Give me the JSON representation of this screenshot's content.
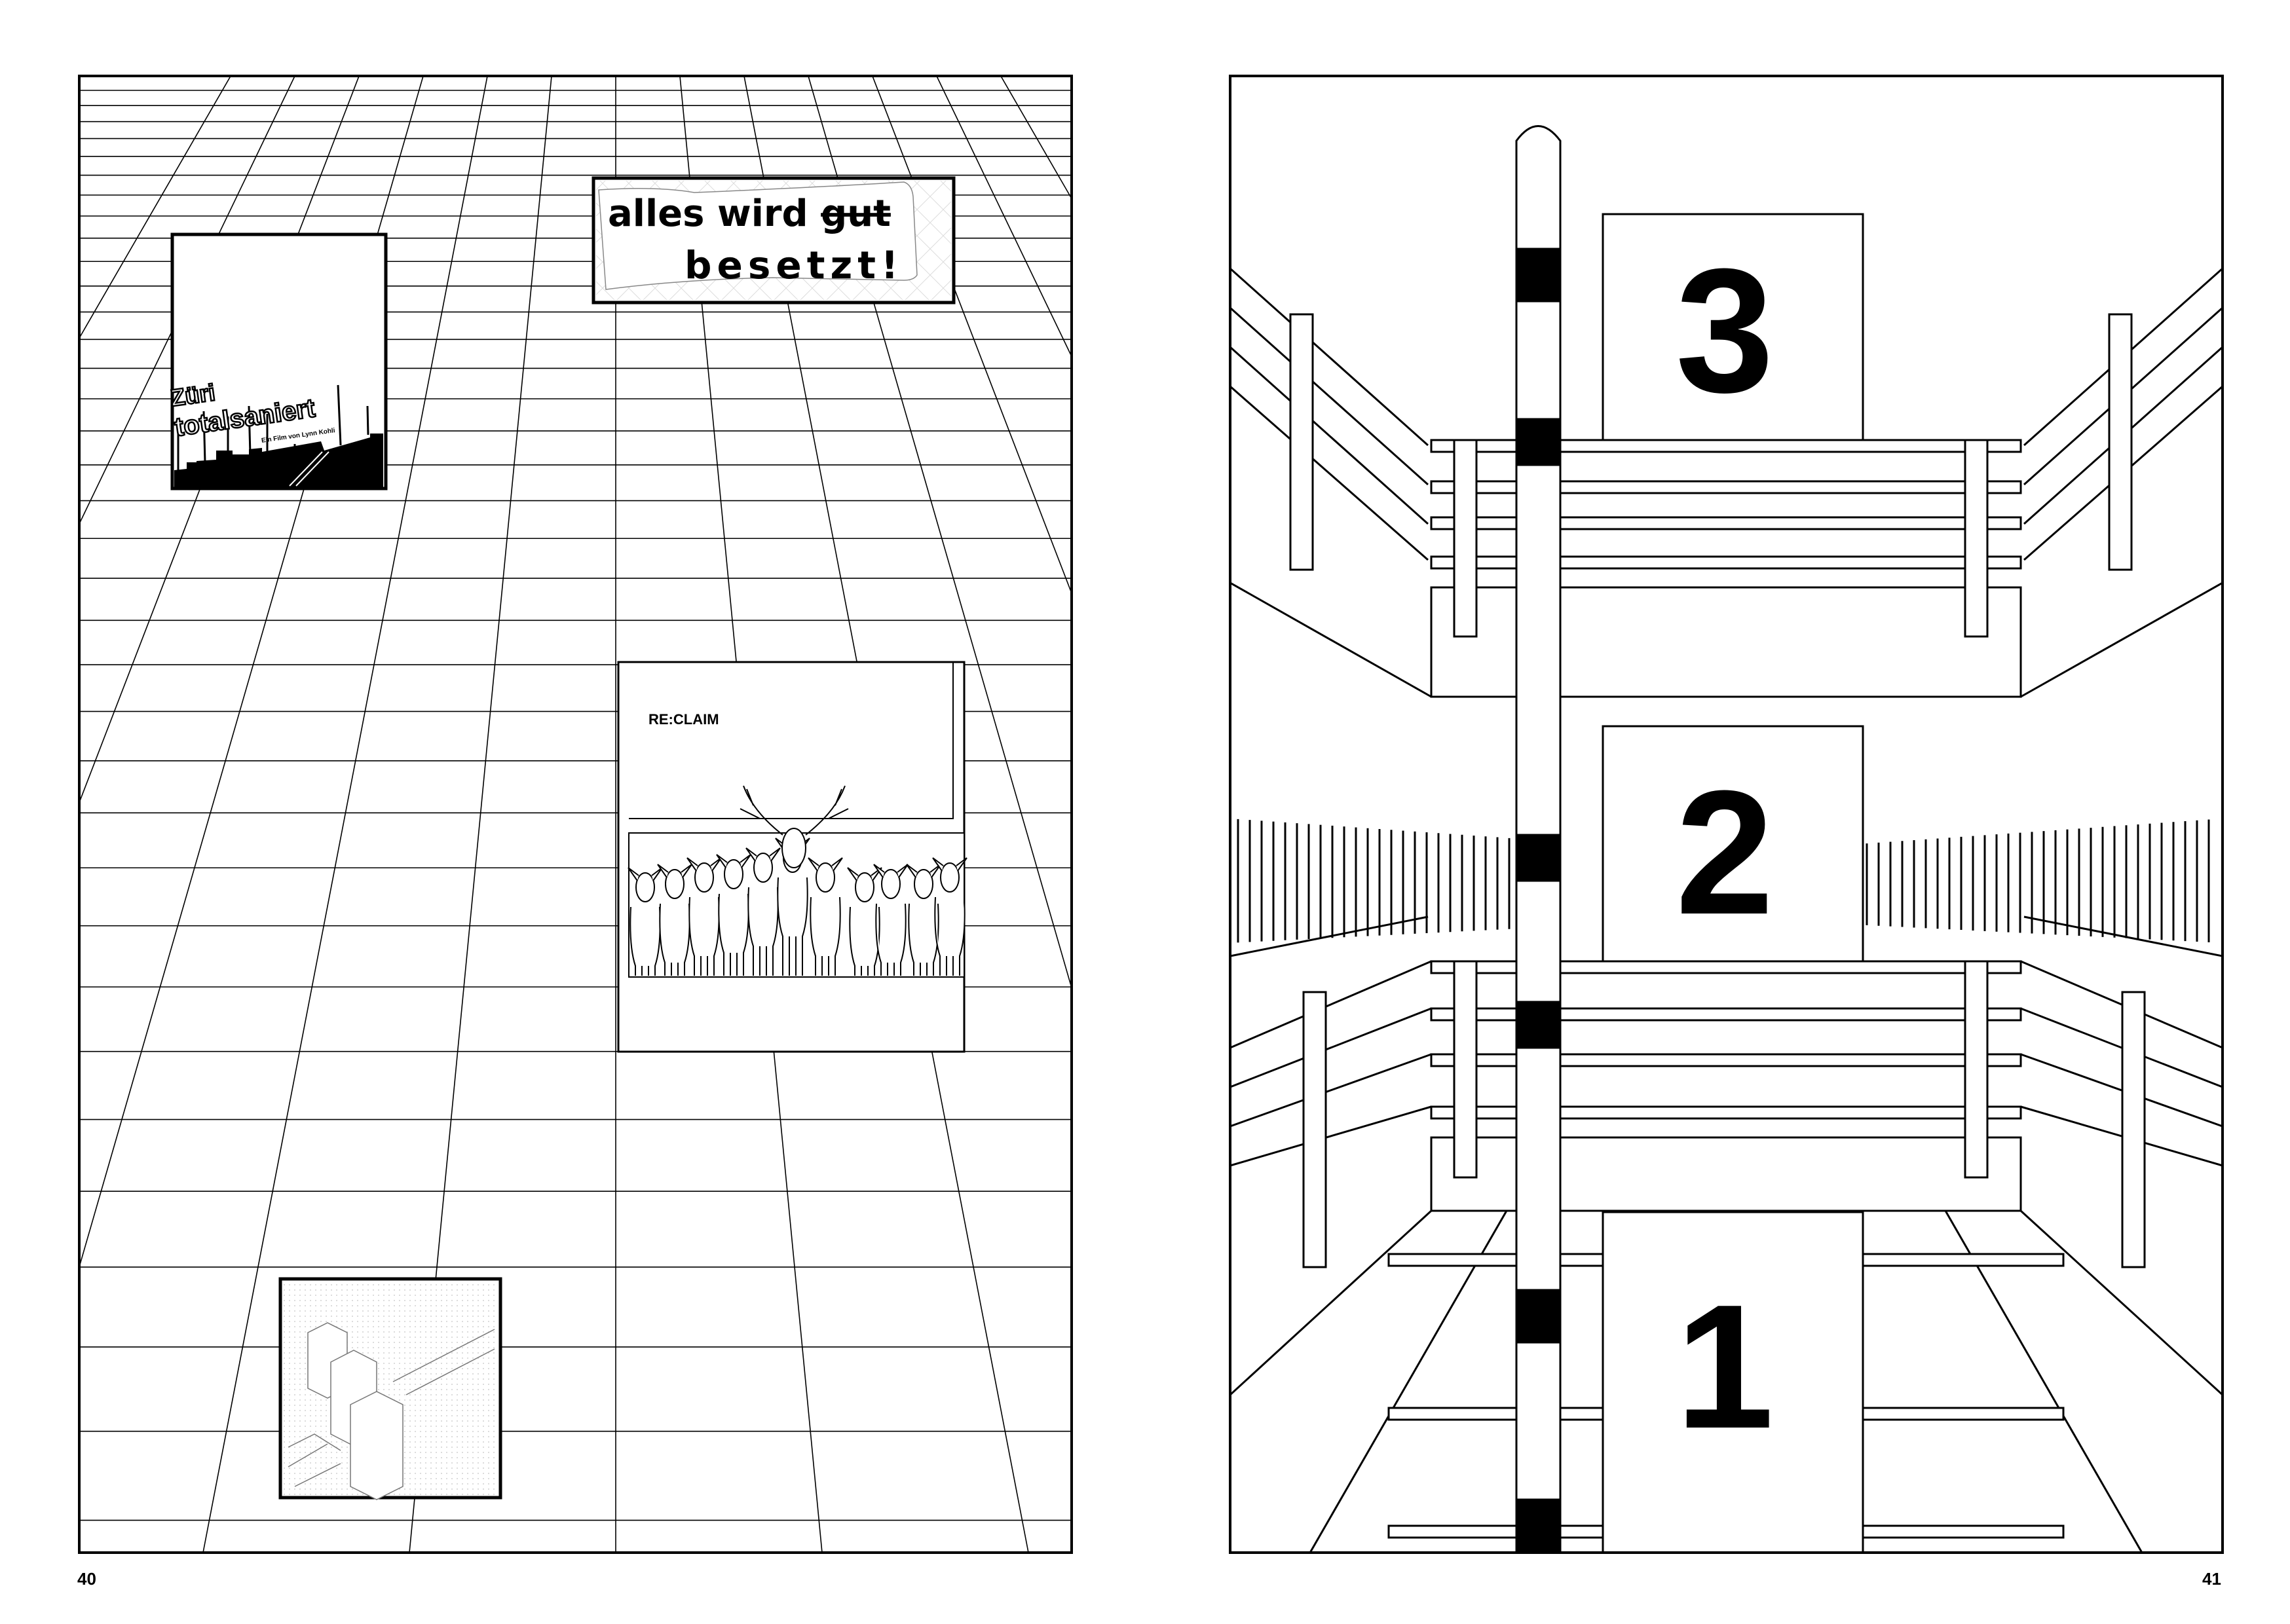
{
  "left_page": {
    "page_number": "40",
    "poster_zueri": {
      "title_line1": "Züri",
      "title_line2": "totalsaniert",
      "subtitle": "Ein Film von Lynn Kohli"
    },
    "banner": {
      "line1_words": [
        "alles",
        "wird"
      ],
      "struck_word": "gut",
      "line2": "besetzt!"
    },
    "poster_reclaim": {
      "title": "RE:CLAIM"
    }
  },
  "right_page": {
    "page_number": "41",
    "level_signs": [
      "3",
      "2",
      "1"
    ]
  }
}
